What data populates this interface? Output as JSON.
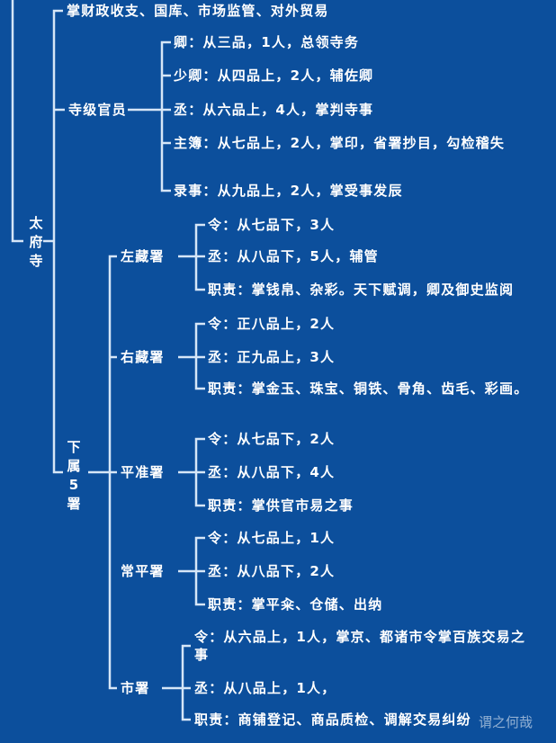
{
  "colors": {
    "background": "#0c4f9c",
    "line": "#d6e6f7",
    "text": "#ffffff"
  },
  "root": {
    "label": "太府寺"
  },
  "duty": "掌财政收支、国库、市场监管、对外贸易",
  "officials": {
    "label": "寺级官员",
    "items": [
      "卿：从三品，1人，总领寺务",
      "少卿：从四品上，2人，辅佐卿",
      "丞：从六品上，4人，掌判寺事",
      "主簿：从七品上，2人，掌印，省署抄目，勾检稽失",
      "录事：从九品上，2人，掌受事发辰"
    ]
  },
  "subordinates": {
    "label": "下属5署",
    "offices": [
      {
        "name": "左藏署",
        "items": [
          "令：从七品下，3人",
          "丞：从八品下，5人，辅管",
          "职责：掌钱帛、杂彩。天下赋调，卿及御史监阅"
        ]
      },
      {
        "name": "右藏署",
        "items": [
          "令：正八品上，2人",
          "丞：正九品上，3人",
          "职责：掌金玉、珠宝、铜铁、骨角、齿毛、彩画。"
        ]
      },
      {
        "name": "平准署",
        "items": [
          "令：从七品下，2人",
          "丞：从八品下，4人",
          "职责：掌供官市易之事"
        ]
      },
      {
        "name": "常平署",
        "items": [
          "令：从七品上，1人",
          "丞：从八品下，2人",
          "职责：掌平籴、仓储、出纳"
        ]
      },
      {
        "name": "市署",
        "items": [
          "令：从六品上，1人，掌京、都诸市令掌百族交易之事",
          "丞：从八品上，1人，",
          "职责：商铺登记、商品质检、调解交易纠纷"
        ]
      }
    ]
  },
  "watermark": "谓之何哉"
}
